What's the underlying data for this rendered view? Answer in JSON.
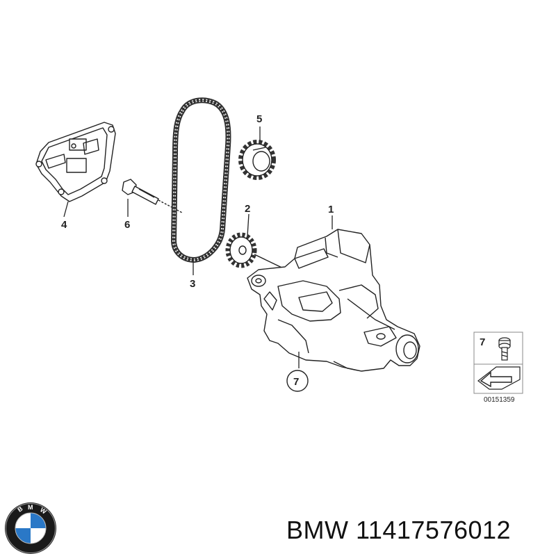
{
  "callouts": {
    "c1": "1",
    "c2": "2",
    "c3": "3",
    "c4": "4",
    "c5": "5",
    "c6": "6",
    "c7": "7"
  },
  "legend_box": {
    "item_number": "7",
    "image_code": "00151359"
  },
  "logo": {
    "brand": "BMW",
    "letters": [
      "B",
      "M",
      "W"
    ]
  },
  "caption": "BMW 11417576012"
}
